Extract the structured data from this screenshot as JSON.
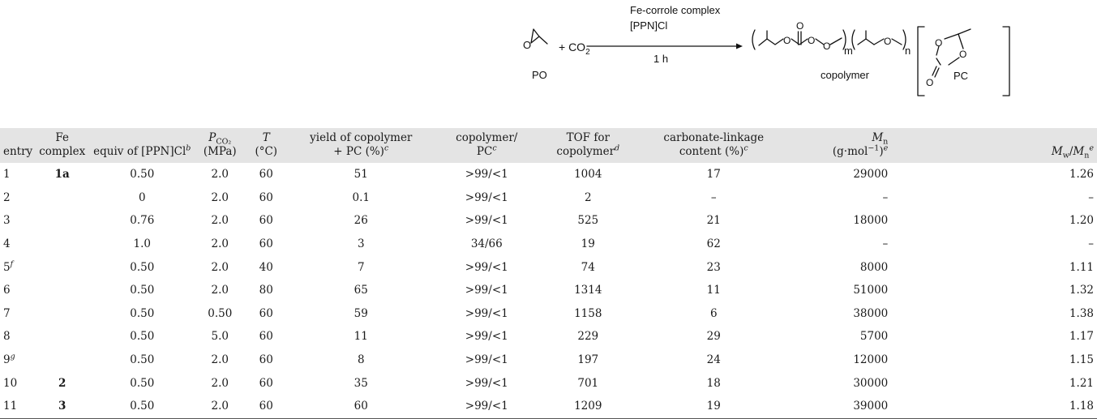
{
  "scheme": {
    "po_label": "PO",
    "plus_co2": "+ CO",
    "co2_sub": "2",
    "catalyst_line1": "Fe-corrole complex",
    "catalyst_line2": "[PPN]Cl",
    "time": "1 h",
    "copolymer_label": "copolymer",
    "pc_label": "PC",
    "sub_m": "m",
    "sub_n": "n"
  },
  "table": {
    "headers": {
      "entry": "entry",
      "fe_line1": "Fe",
      "fe_line2": "complex",
      "equiv": "equiv of [PPN]Cl",
      "equiv_note": "b",
      "p_symbol": "P",
      "p_sub": "CO₂",
      "p_unit": "(MPa)",
      "t_symbol": "T",
      "t_unit": "(°C)",
      "yield_line1": "yield of copolymer",
      "yield_line2": "+ PC (%)",
      "yield_note": "c",
      "ratio_line1": "copolymer/",
      "ratio_line2": "PC",
      "ratio_note": "c",
      "tof_line1": "TOF for",
      "tof_line2": "copolymer",
      "tof_note": "d",
      "carb_line1": "carbonate-linkage",
      "carb_line2": "content (%)",
      "carb_note": "c",
      "mn_symbol": "M",
      "mn_sub": "n",
      "mn_unit": "(g·mol",
      "mn_exp": "−1",
      "mn_close": ")",
      "mn_note": "e",
      "mw_symbol": "M",
      "mw_sub": "w",
      "slash": "/",
      "mw_symbol2": "M",
      "mw_sub2": "n",
      "mw_note": "e"
    },
    "rows": [
      {
        "entry": "1",
        "note": "",
        "fe": "1a",
        "equiv": "0.50",
        "p": "2.0",
        "t": "60",
        "yield": "51",
        "ratio": ">99/<1",
        "tof": "1004",
        "carb": "17",
        "mn": "29000",
        "pdi": "1.26"
      },
      {
        "entry": "2",
        "note": "",
        "fe": "",
        "equiv": "0",
        "p": "2.0",
        "t": "60",
        "yield": "0.1",
        "ratio": ">99/<1",
        "tof": "2",
        "carb": "–",
        "mn": "–",
        "pdi": "–"
      },
      {
        "entry": "3",
        "note": "",
        "fe": "",
        "equiv": "0.76",
        "p": "2.0",
        "t": "60",
        "yield": "26",
        "ratio": ">99/<1",
        "tof": "525",
        "carb": "21",
        "mn": "18000",
        "pdi": "1.20"
      },
      {
        "entry": "4",
        "note": "",
        "fe": "",
        "equiv": "1.0",
        "p": "2.0",
        "t": "60",
        "yield": "3",
        "ratio": "34/66",
        "tof": "19",
        "carb": "62",
        "mn": "–",
        "pdi": "–"
      },
      {
        "entry": "5",
        "note": "f",
        "fe": "",
        "equiv": "0.50",
        "p": "2.0",
        "t": "40",
        "yield": "7",
        "ratio": ">99/<1",
        "tof": "74",
        "carb": "23",
        "mn": "8000",
        "pdi": "1.11"
      },
      {
        "entry": "6",
        "note": "",
        "fe": "",
        "equiv": "0.50",
        "p": "2.0",
        "t": "80",
        "yield": "65",
        "ratio": ">99/<1",
        "tof": "1314",
        "carb": "11",
        "mn": "51000",
        "pdi": "1.32"
      },
      {
        "entry": "7",
        "note": "",
        "fe": "",
        "equiv": "0.50",
        "p": "0.50",
        "t": "60",
        "yield": "59",
        "ratio": ">99/<1",
        "tof": "1158",
        "carb": "6",
        "mn": "38000",
        "pdi": "1.38"
      },
      {
        "entry": "8",
        "note": "",
        "fe": "",
        "equiv": "0.50",
        "p": "5.0",
        "t": "60",
        "yield": "11",
        "ratio": ">99/<1",
        "tof": "229",
        "carb": "29",
        "mn": "5700",
        "pdi": "1.17"
      },
      {
        "entry": "9",
        "note": "g",
        "fe": "",
        "equiv": "0.50",
        "p": "2.0",
        "t": "60",
        "yield": "8",
        "ratio": ">99/<1",
        "tof": "197",
        "carb": "24",
        "mn": "12000",
        "pdi": "1.15"
      },
      {
        "entry": "10",
        "note": "",
        "fe": "2",
        "equiv": "0.50",
        "p": "2.0",
        "t": "60",
        "yield": "35",
        "ratio": ">99/<1",
        "tof": "701",
        "carb": "18",
        "mn": "30000",
        "pdi": "1.21"
      },
      {
        "entry": "11",
        "note": "",
        "fe": "3",
        "equiv": "0.50",
        "p": "2.0",
        "t": "60",
        "yield": "60",
        "ratio": ">99/<1",
        "tof": "1209",
        "carb": "19",
        "mn": "39000",
        "pdi": "1.18"
      }
    ]
  }
}
